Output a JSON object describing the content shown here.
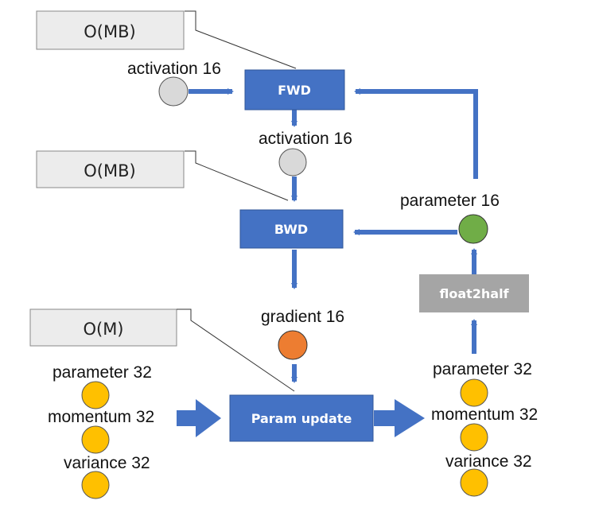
{
  "callouts": [
    "O(MB)",
    "O(MB)",
    "O(M)"
  ],
  "labels": {
    "activation_in": "activation 16",
    "activation_mid": "activation 16",
    "gradient": "gradient 16",
    "param16": "parameter 16",
    "left_param32": "parameter 32",
    "left_momentum32": "momentum 32",
    "left_variance32": "variance 32",
    "right_param32": "parameter 32",
    "right_momentum32": "momentum 32",
    "right_variance32": "variance 32"
  },
  "boxes": {
    "fwd": "FWD",
    "bwd": "BWD",
    "param_update": "Param update",
    "float2half": "float2half"
  },
  "colors": {
    "blue": "#4472c4",
    "box_gray": "#a5a5a5",
    "callout_fill": "#ececec",
    "node_gray": "#d9d9d9",
    "green": "#70ad47",
    "orange": "#ed7d31",
    "gold": "#ffc000"
  }
}
